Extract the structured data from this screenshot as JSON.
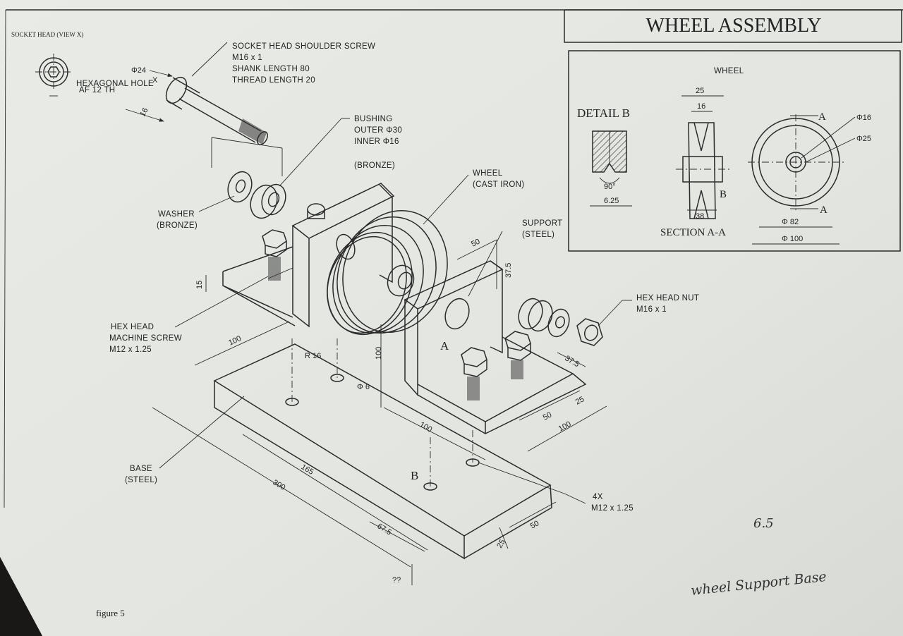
{
  "title": "WHEEL ASSEMBLY",
  "socket_head": {
    "title": "SOCKET HEAD (VIEW X)",
    "note_1": "HEXAGONAL HOLE",
    "note_2": "AF 12 TH"
  },
  "screw": {
    "line1": "SOCKET HEAD SHOULDER SCREW",
    "line2": "M16 x 1",
    "line3": "SHANK LENGTH 80",
    "line4": "THREAD LENGTH 20",
    "dia": "Φ24",
    "x_mark": "X",
    "len": "16"
  },
  "bushing": {
    "line1": "BUSHING",
    "line2": "OUTER Φ30",
    "line3": "INNER Φ16",
    "line4": "(BRONZE)"
  },
  "washer": {
    "line1": "WASHER",
    "line2": "(BRONZE)"
  },
  "wheel_callout": {
    "line1": "WHEEL",
    "line2": "(CAST IRON)"
  },
  "support": {
    "line1": "SUPPORT",
    "line2": "(STEEL)"
  },
  "hex_nut": {
    "line1": "HEX HEAD NUT",
    "line2": "M16 x 1"
  },
  "machine_screw": {
    "line1": "HEX HEAD",
    "line2": "MACHINE SCREW",
    "line3": "M12 x 1.25"
  },
  "base": {
    "line1": "BASE",
    "line2": "(STEEL)"
  },
  "holes": {
    "line1": "4X",
    "line2": "M12 x 1.25"
  },
  "dims": {
    "d15": "15",
    "d100a": "100",
    "r16": "R 16",
    "d50": "50",
    "d375a": "37.5",
    "d100b": "100",
    "phi6": "Φ 6",
    "d100c": "100",
    "d375b": "37.5",
    "d25a": "25",
    "d50b": "50",
    "d100d": "100",
    "d165": "165",
    "d300": "300",
    "d675": "67.5",
    "d25b": "25",
    "d50c": "50",
    "qq": "??"
  },
  "marks": {
    "A": "A",
    "B": "B"
  },
  "wheel_box": {
    "title": "WHEEL",
    "detail": "DETAIL B",
    "section": "SECTION A-A",
    "angle": "90°",
    "d625": "6.25",
    "d25": "25",
    "d16": "16",
    "d38": "38",
    "b": "B",
    "a1": "A",
    "a2": "A",
    "phi16": "Φ16",
    "phi25": "Φ25",
    "phi82": "Φ 82",
    "phi100": "Φ 100"
  },
  "figure_label": "figure 5",
  "handwritten_score": "6.5",
  "handwritten_note": "wheel Support Base"
}
